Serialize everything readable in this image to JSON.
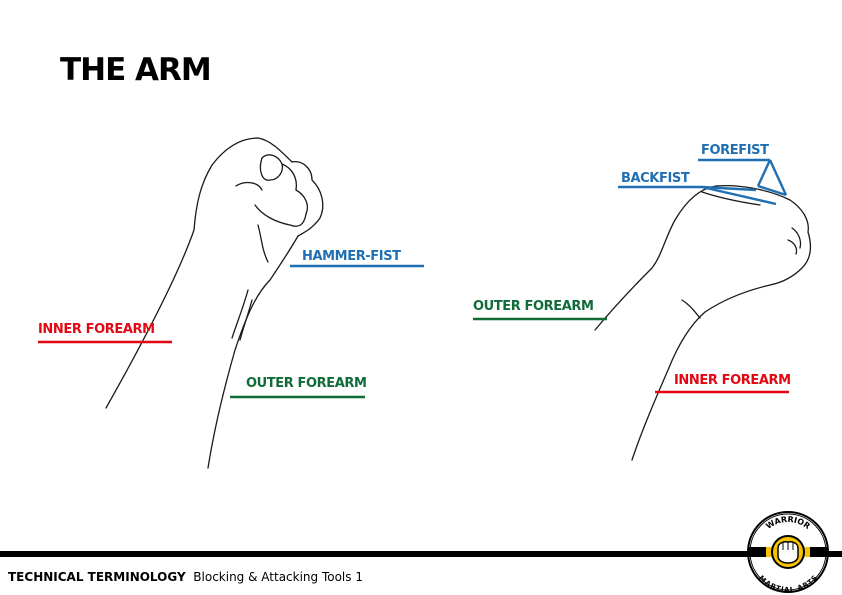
{
  "title": "THE ARM",
  "colors": {
    "red": "#e30613",
    "blue": "#1f6fb2",
    "green": "#0f6b37",
    "logo_yellow": "#f5c400"
  },
  "left_arm": {
    "hammer_fist": "HAMMER-FIST",
    "inner_forearm": "INNER FOREARM",
    "outer_forearm": "OUTER FOREARM"
  },
  "right_arm": {
    "forefist": "FOREFIST",
    "backfist": "BACKFIST",
    "outer_forearm": "OUTER FOREARM",
    "inner_forearm": "INNER FOREARM"
  },
  "footer": {
    "section": "TECHNICAL TERMINOLOGY",
    "subtitle": "Blocking & Attacking Tools 1"
  },
  "logo": {
    "top_text": "WARRIOR",
    "bottom_text": "MARTIAL ARTS"
  }
}
